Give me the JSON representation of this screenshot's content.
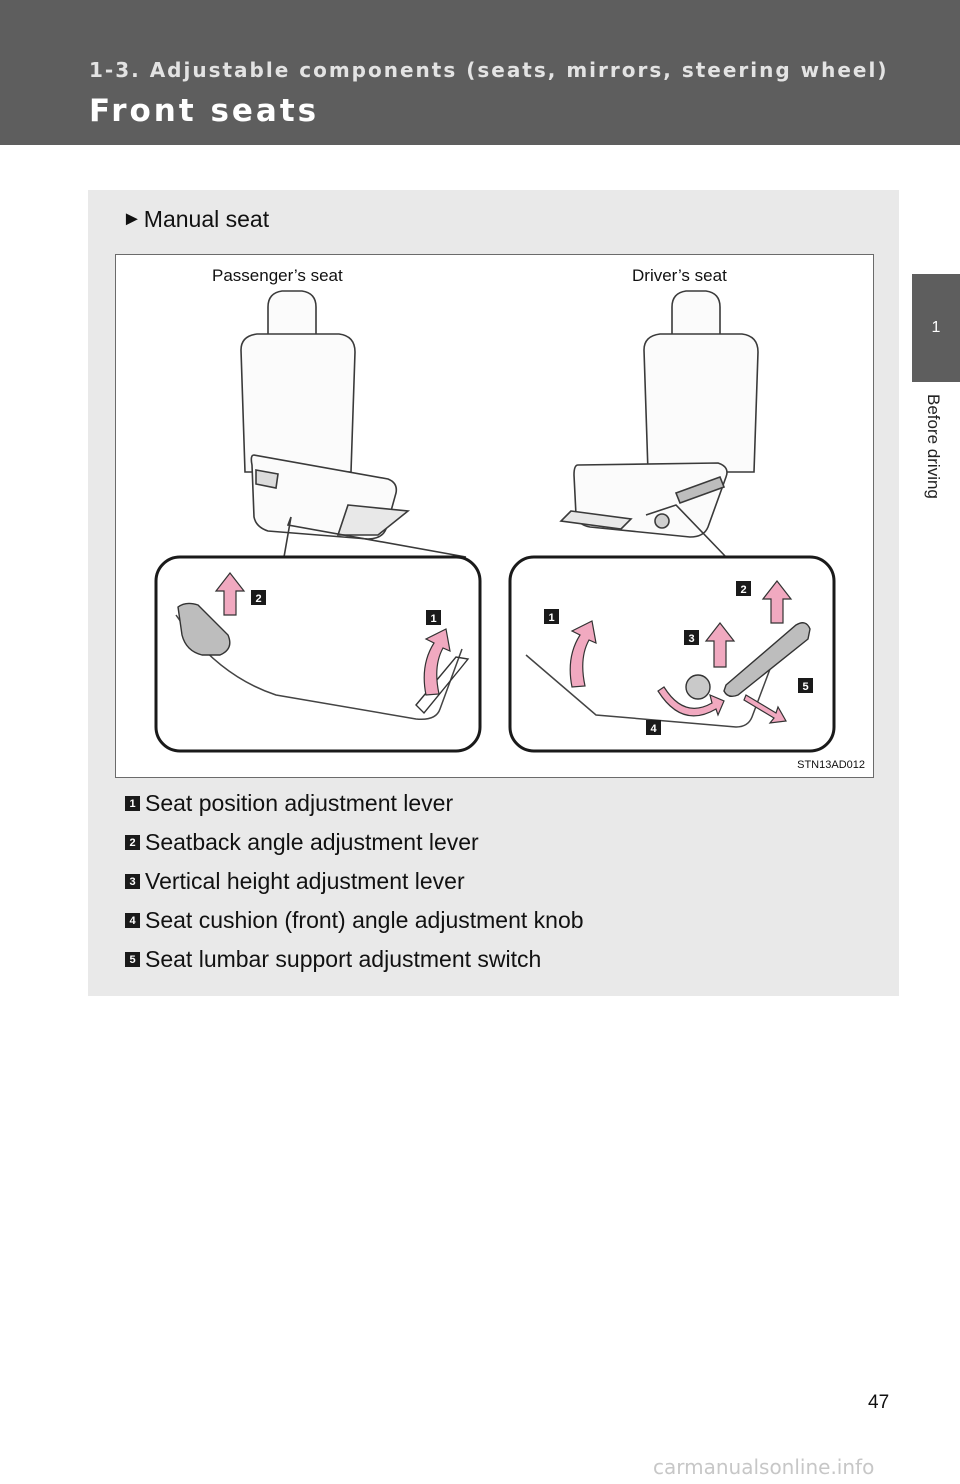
{
  "header": {
    "section": "1-3. Adjustable components (seats, mirrors, steering wheel)",
    "title": "Front seats"
  },
  "side_tab": {
    "chapter_number": "1",
    "chapter_title": "Before driving"
  },
  "content": {
    "heading_marker": "►",
    "heading": "Manual seat",
    "figure": {
      "left_label": "Passenger’s seat",
      "right_label": "Driver’s seat",
      "code": "STN13AD012"
    },
    "legend": [
      {
        "number": "1",
        "text": "Seat position adjustment lever"
      },
      {
        "number": "2",
        "text": "Seatback angle adjustment lever"
      },
      {
        "number": "3",
        "text": "Vertical height adjustment lever"
      },
      {
        "number": "4",
        "text": "Seat cushion (front) angle adjustment knob"
      },
      {
        "number": "5",
        "text": "Seat lumbar support adjustment switch"
      }
    ]
  },
  "page_number": "47",
  "watermark": "carmanualsonline.info",
  "colors": {
    "header_bg": "#5e5e5e",
    "content_bg": "#e9e9e9",
    "arrow_pink": "#f1a9c0",
    "badge": "#1a1a1a"
  }
}
